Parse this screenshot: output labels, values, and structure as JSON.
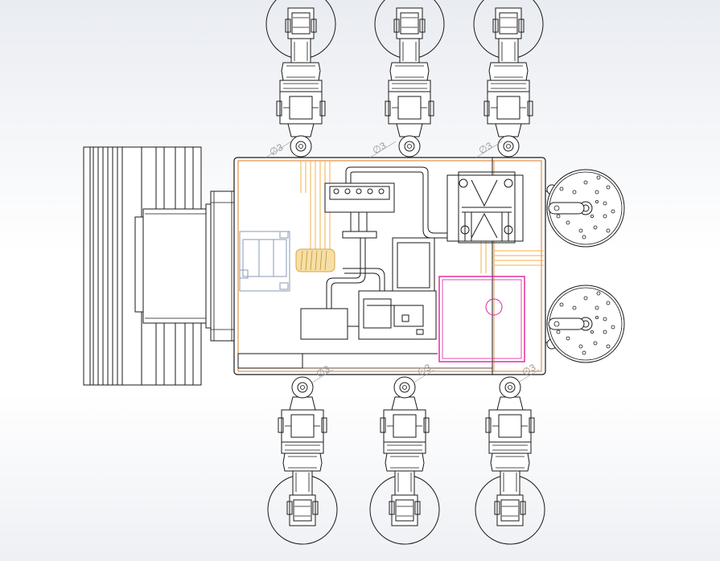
{
  "view": {
    "background_top": "#e9ecf1",
    "background_bottom": "#ffffff"
  },
  "colors": {
    "line": "#1a1a1a",
    "thin": "#555555",
    "frame_accent": "#e07a1f",
    "harness": "#f0b24a",
    "coil_fill": "#f6dfa6",
    "battery_box": "#e0209a",
    "dimension": "#9a9a9a",
    "sensor_block": "#8a9ab5"
  },
  "legs": {
    "top": [
      {
        "id": "leg-top-left"
      },
      {
        "id": "leg-top-middle"
      },
      {
        "id": "leg-top-right"
      }
    ],
    "bottom": [
      {
        "id": "leg-bottom-left"
      },
      {
        "id": "leg-bottom-middle"
      },
      {
        "id": "leg-bottom-right"
      }
    ]
  },
  "dimension_labels": {
    "top_left": "∅3",
    "top_middle": "∅3",
    "top_right": "∅3",
    "bottom_left": "∅3",
    "bottom_middle": "∅3",
    "bottom_right": "∅3"
  },
  "wheels": [
    {
      "id": "wheel-upper"
    },
    {
      "id": "wheel-lower"
    }
  ],
  "icons": {
    "battery": "battery-pack-icon",
    "coil": "coil-icon",
    "drum": "tail-drum-icon"
  }
}
